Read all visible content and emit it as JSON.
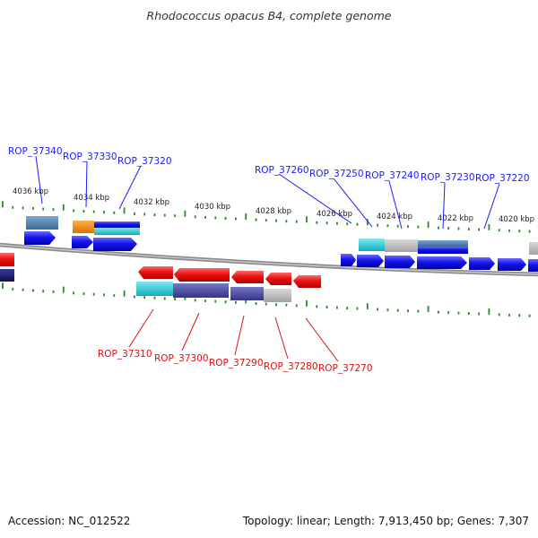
{
  "title": "Rhodococcus opacus B4, complete genome",
  "footer": {
    "accession": "Accession: NC_012522",
    "summary": "Topology: linear; Length: 7,913,450 bp; Genes: 7,307"
  },
  "scale_labels": [
    "4036 kbp",
    "4034 kbp",
    "4032 kbp",
    "4030 kbp",
    "4028 kbp",
    "4026 kbp",
    "4024 kbp",
    "4022 kbp",
    "4020 kbp"
  ],
  "top_gene_labels": [
    "ROP_37340",
    "ROP_37330",
    "ROP_37320",
    "ROP_37260",
    "ROP_37250",
    "ROP_37240",
    "ROP_37230",
    "ROP_37220"
  ],
  "bottom_gene_labels": [
    "ROP_37310",
    "ROP_37300",
    "ROP_37290",
    "ROP_37280",
    "ROP_37270"
  ],
  "colors": {
    "forward_label": "#1a1aff",
    "reverse_label": "#e01010",
    "forward_gene": "#1515ee",
    "reverse_gene": "#ee1111",
    "tick": "#2a8a2a",
    "backbone": "#8a8a8a",
    "cds_steelblue": "#4f82b4",
    "cds_orange": "#f08a10",
    "cds_cyan": "#22c8d4",
    "cds_purple": "#4a4aa0",
    "cds_gray": "#b8b8b8",
    "cds_navy": "#1a1a70"
  }
}
